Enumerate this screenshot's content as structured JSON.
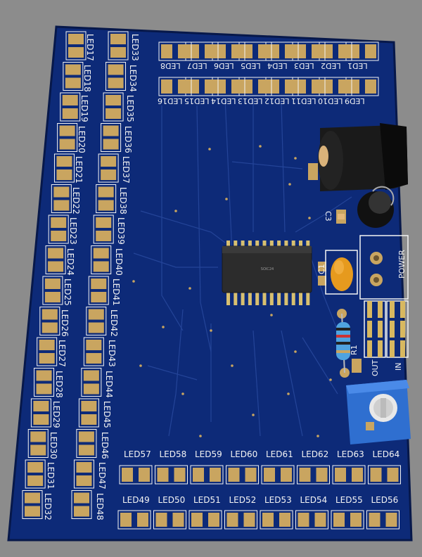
{
  "board": {
    "colors": {
      "background": "#8c8c8c",
      "pcb": "#0d2a78",
      "pcb_edge": "#07184a",
      "pad": "#c9a560",
      "trace": "#2a4ba0",
      "silk": "#f4f4f4"
    }
  },
  "leds": {
    "top_row1": [
      "LED1",
      "LED2",
      "LED3",
      "LED4",
      "LED5",
      "LED6",
      "LED7",
      "LED8"
    ],
    "top_row2": [
      "LED9",
      "LED10",
      "LED11",
      "LED12",
      "LED13",
      "LED14",
      "LED15",
      "LED16"
    ],
    "left_col1": [
      "LED17",
      "LED18",
      "LED19",
      "LED20",
      "LED21",
      "LED22",
      "LED23",
      "LED24",
      "LED25",
      "LED26",
      "LED27",
      "LED28",
      "LED29",
      "LED30",
      "LED31",
      "LED32"
    ],
    "left_col2": [
      "LED33",
      "LED34",
      "LED35",
      "LED36",
      "LED37",
      "LED38",
      "LED39",
      "LED40",
      "LED41",
      "LED42",
      "LED43",
      "LED44",
      "LED45",
      "LED46",
      "LED47",
      "LED48"
    ],
    "bottom_row1": [
      "LED57",
      "LED58",
      "LED59",
      "LED60",
      "LED61",
      "LED62",
      "LED63",
      "LED64"
    ],
    "bottom_row2": [
      "LED49",
      "LED50",
      "LED51",
      "LED52",
      "LED53",
      "LED54",
      "LED55",
      "LED56"
    ]
  },
  "components": {
    "c1": "C1",
    "c3": "C3",
    "r1": "R1",
    "power": "POWER",
    "out": "OUT",
    "in": "IN",
    "ic_marking": "SOIC24"
  },
  "icons": [
    "ic-soic24-icon",
    "dc-jack-icon",
    "electrolytic-capacitor-icon",
    "ceramic-capacitor-icon",
    "resistor-icon",
    "potentiometer-icon",
    "pin-header-icon"
  ]
}
